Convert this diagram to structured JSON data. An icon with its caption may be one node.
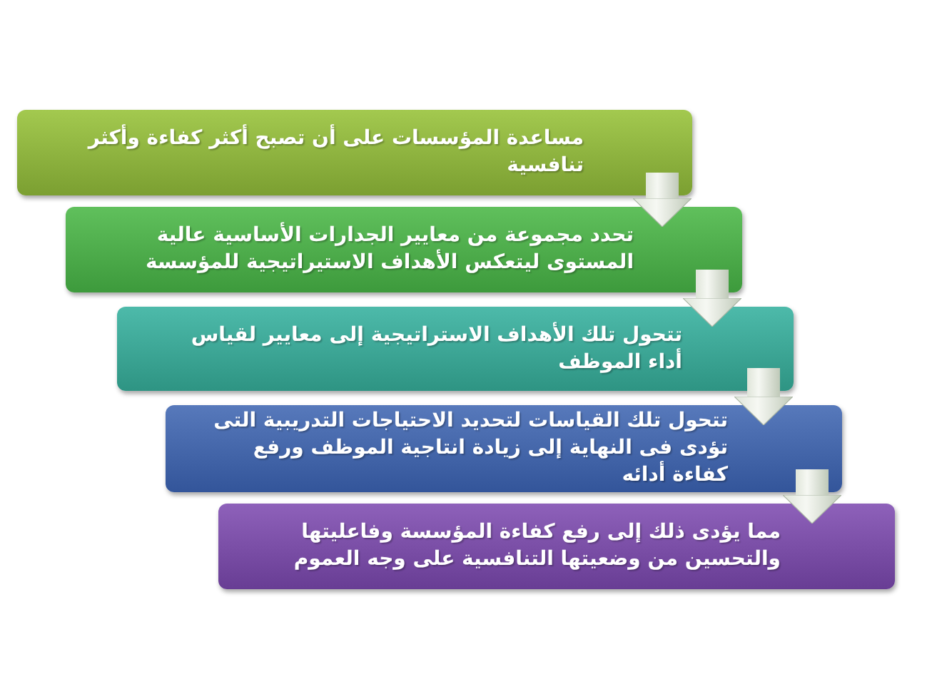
{
  "diagram": {
    "nodes": [
      {
        "text": [
          "مساعدة المؤسسات على أن تصبح أكثر كفاءة وأكثر تنافسية"
        ]
      },
      {
        "text": [
          "تحدد مجموعة من معايير الجدارات الأساسية عالية المستوى ليتعكس الأهداف الاستيراتيجية للمؤسسة"
        ]
      },
      {
        "text": [
          "تتحول تلك الأهداف الاستراتيجية إلى معايير لقياس أداء الموظف"
        ]
      },
      {
        "text": [
          "تتحول تلك القياسات لتحديد الاحتياجات التدريبية التى تؤدى فى النهاية إلى زيادة انتاجية الموظف ورفع كفاءة أدائه"
        ]
      },
      {
        "text": [
          "مما يؤدى ذلك إلى رفع كفاءة المؤسسة وفاعليتها والتحسين من وضعيتها التنافسية على وجه العموم"
        ]
      }
    ],
    "edges": [
      {
        "from": 0,
        "to": 1,
        "arrow": "to"
      },
      {
        "from": 1,
        "to": 2,
        "arrow": "to"
      },
      {
        "from": 2,
        "to": 3,
        "arrow": "to"
      },
      {
        "from": 3,
        "to": 4,
        "arrow": "to"
      }
    ]
  }
}
